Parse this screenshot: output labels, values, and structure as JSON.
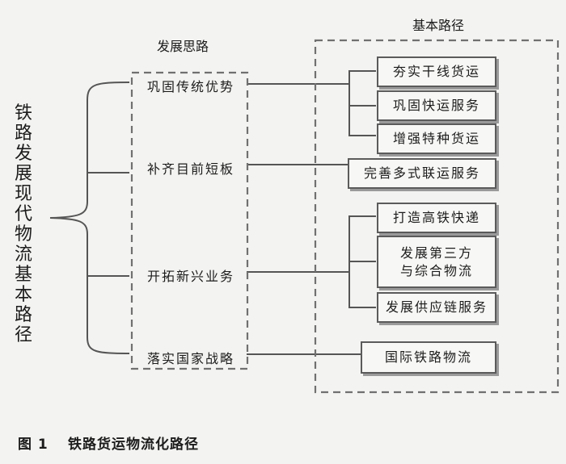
{
  "main_title": [
    "铁",
    "路",
    "发",
    "展",
    "现",
    "代",
    "物",
    "流",
    "基",
    "本",
    "路",
    "径"
  ],
  "thinking_header": "发展思路",
  "paths_header": "基本路径",
  "strategies": [
    "巩固传统优势",
    "补齐目前短板",
    "开拓新兴业务",
    "落实国家战略"
  ],
  "paths": {
    "group1": [
      "夯实干线货运",
      "巩固快运服务",
      "增强特种货运"
    ],
    "multimodal": "完善多式联运服务",
    "group3": {
      "high_speed": "打造高铁快递",
      "third_party": [
        "发展第三方",
        "与综合物流"
      ],
      "supply_chain": "发展供应链服务"
    },
    "international": "国际铁路物流"
  },
  "caption": {
    "fig": "图 1",
    "text": "铁路货运物流化路径"
  }
}
